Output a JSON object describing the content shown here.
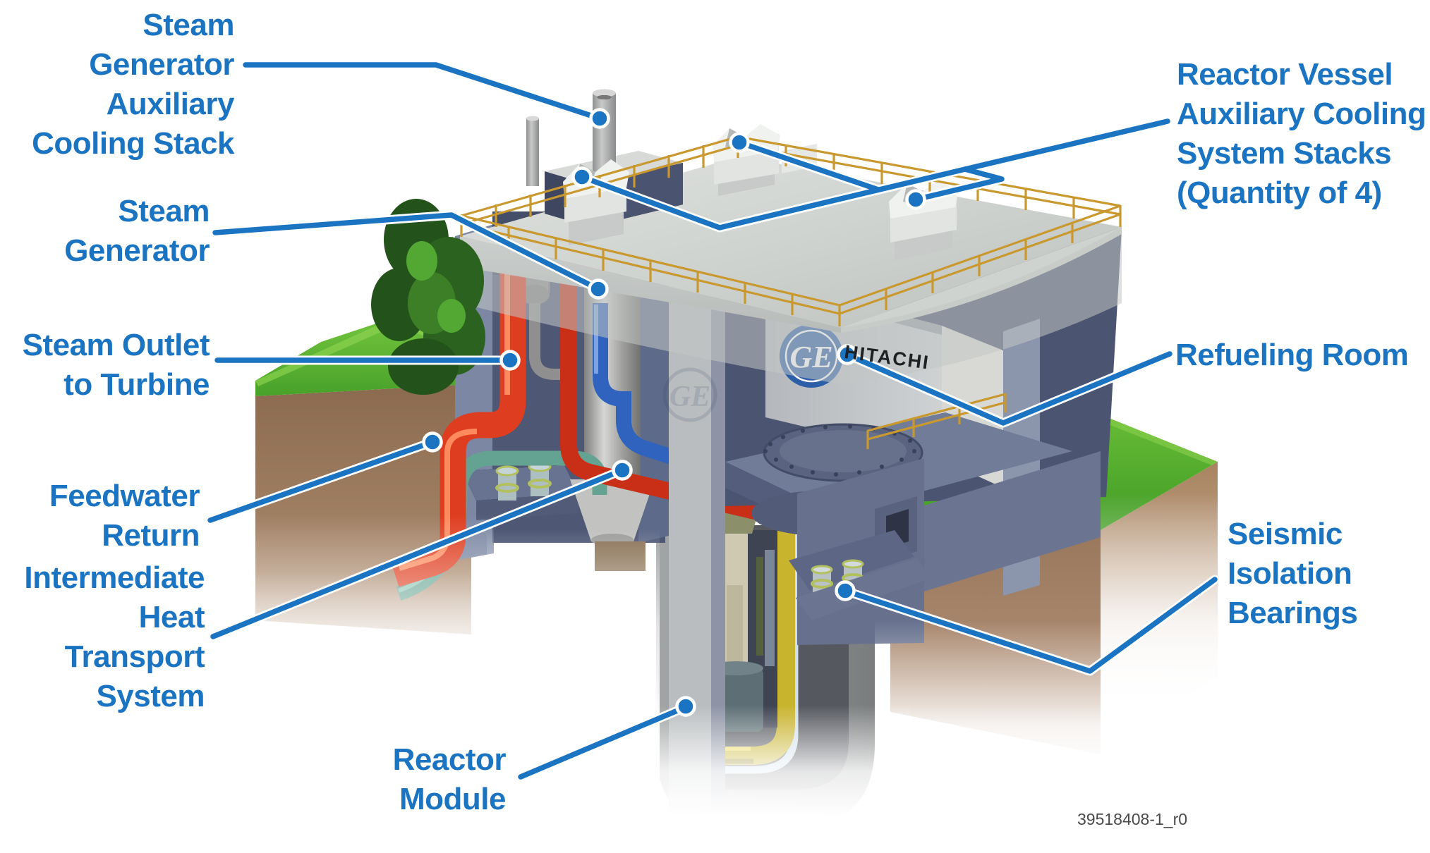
{
  "diagram": {
    "footer_doc_number": "39518408-1_r0",
    "brand": {
      "monogram": "GE",
      "wordmark": "HITACHI"
    },
    "labels": {
      "sg_aux_cooling_stack": {
        "lines": [
          "Steam",
          "Generator",
          "Auxiliary",
          "Cooling Stack"
        ]
      },
      "steam_generator": {
        "lines": [
          "Steam",
          "Generator"
        ]
      },
      "steam_outlet_to_turbine": {
        "lines": [
          "Steam Outlet",
          "to Turbine"
        ]
      },
      "feedwater_return": {
        "lines": [
          "Feedwater",
          "Return"
        ]
      },
      "intermediate_heat_transport_system": {
        "lines": [
          "Intermediate",
          "Heat",
          "Transport",
          "System"
        ]
      },
      "reactor_module": {
        "lines": [
          "Reactor",
          "Module"
        ]
      },
      "rvacs_stacks": {
        "lines": [
          "Reactor Vessel",
          "Auxiliary Cooling",
          "System Stacks",
          "(Quantity of 4)"
        ]
      },
      "refueling_room": {
        "lines": [
          "Refueling Room"
        ]
      },
      "seismic_isolation_bearings": {
        "lines": [
          "Seismic",
          "Isolation",
          "Bearings"
        ]
      }
    },
    "colors": {
      "label_blue": "#1a74c2",
      "leader_blue": "#1b74c2",
      "ge_logo_blue": "#2d5fa8",
      "grass_green": "#58b32e",
      "dirt_brown": "#8c6b50",
      "concrete_gray": "#c9cdc9",
      "wall_blue_gray": "#5c6886",
      "pipe_red": "#df3d1f",
      "pipe_blue": "#3063bd",
      "pipe_teal": "#64a391",
      "reactor_vessel_yellow": "#c9b42e",
      "railing_gold": "#c9992f"
    }
  }
}
